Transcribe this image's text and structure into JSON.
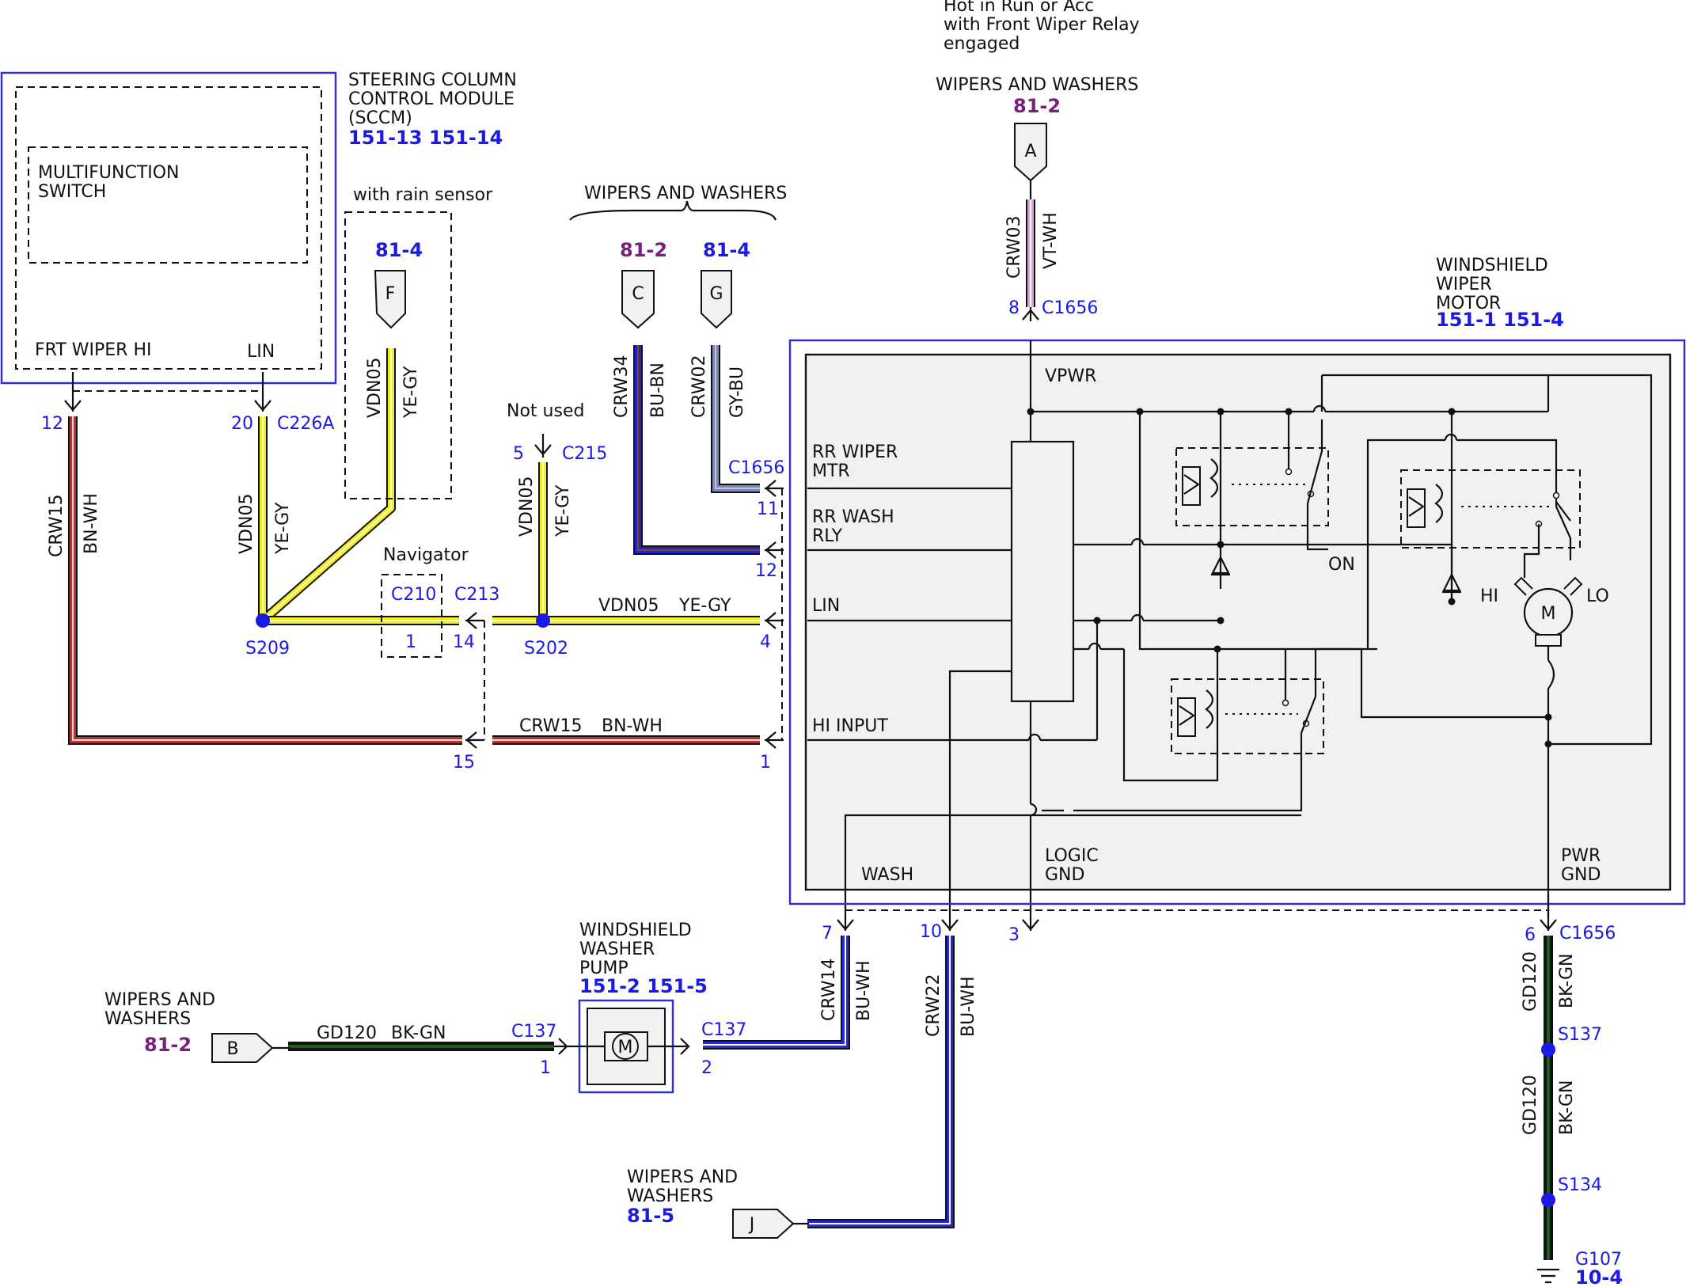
{
  "top_note": [
    "Hot in Run or Acc",
    "with Front Wiper Relay",
    "engaged"
  ],
  "sccm": {
    "title": [
      "STEERING COLUMN",
      "CONTROL MODULE",
      "(SCCM)"
    ],
    "refs": "151-13 151-14",
    "inner_title": [
      "MULTIFUNCTION",
      "SWITCH"
    ],
    "pin_frt_wiper_hi": "FRT WIPER HI",
    "pin_lin": "LIN"
  },
  "rain_sensor": {
    "label": "with rain sensor",
    "ref": "81-4",
    "connector": "F",
    "circuit": "VDN05",
    "color": "YE-GY"
  },
  "top_group": {
    "label": "WIPERS AND WASHERS",
    "ref_c": "81-2",
    "ref_g": "81-4",
    "connector_c": "C",
    "connector_g": "G",
    "crw34": "CRW34",
    "crw34_color": "BU-BN",
    "crw02": "CRW02",
    "crw02_color": "GY-BU"
  },
  "connector_a": {
    "label": "WIPERS AND WASHERS",
    "ref": "81-2",
    "id": "A",
    "circuit": "CRW03",
    "color": "VT-WH",
    "pin": "8",
    "conn": "C1656"
  },
  "motor": {
    "title": [
      "WINDSHIELD",
      "WIPER",
      "MOTOR"
    ],
    "refs": "151-1 151-4",
    "vpwr": "VPWR",
    "rr_wiper": [
      "RR WIPER",
      "MTR"
    ],
    "rr_wash": [
      "RR WASH",
      "RLY"
    ],
    "lin": "LIN",
    "hi_input": "HI INPUT",
    "wash": "WASH",
    "logic_gnd": [
      "LOGIC",
      "GND"
    ],
    "pwr_gnd": [
      "PWR",
      "GND"
    ],
    "on": "ON",
    "hi": "HI",
    "lo": "LO",
    "m": "M"
  },
  "pins": {
    "p12": "12",
    "p20": "20",
    "c226a": "C226A",
    "p5": "5",
    "c215": "C215",
    "not_used": "Not used",
    "c1656_top": "C1656",
    "p11": "11",
    "p12b": "12",
    "p4": "4",
    "p1": "1",
    "c210": "C210",
    "c213": "C213",
    "p14": "14",
    "p1b": "1",
    "p15": "15",
    "navigator": "Navigator",
    "s209": "S209",
    "s202": "S202",
    "p7": "7",
    "p10": "10",
    "p3": "3",
    "p6": "6",
    "c1656_bot": "C1656"
  },
  "wires": {
    "crw15": "CRW15",
    "bn_wh": "BN-WH",
    "vdn05": "VDN05",
    "ye_gy": "YE-GY",
    "vdn05_b": "VDN05",
    "ye_gy_b": "YE-GY",
    "vdn05_c": "VDN05",
    "ye_gy_c": "YE-GY",
    "crw15_b": "CRW15",
    "bn_wh_b": "BN-WH",
    "crw14": "CRW14",
    "bu_wh": "BU-WH",
    "crw22": "CRW22",
    "bu_wh_b": "BU-WH",
    "gd120": "GD120",
    "bk_gn": "BK-GN",
    "gd120_b": "GD120",
    "bk_gn_b": "BK-GN",
    "gd120_c": "GD120",
    "bk_gn_c": "BK-GN"
  },
  "pump": {
    "title": [
      "WINDSHIELD",
      "WASHER",
      "PUMP"
    ],
    "refs": "151-2 151-5",
    "m": "M",
    "c137_left": "C137",
    "pin1": "1",
    "c137_right": "C137",
    "pin2": "2"
  },
  "conn_b": {
    "label": [
      "WIPERS AND",
      "WASHERS"
    ],
    "ref": "81-2",
    "id": "B"
  },
  "conn_j": {
    "label": [
      "WIPERS AND",
      "WASHERS"
    ],
    "ref": "81-5",
    "id": "J"
  },
  "grounds": {
    "s137": "S137",
    "s134": "S134",
    "g107": "G107",
    "g107_ref": "10-4"
  }
}
